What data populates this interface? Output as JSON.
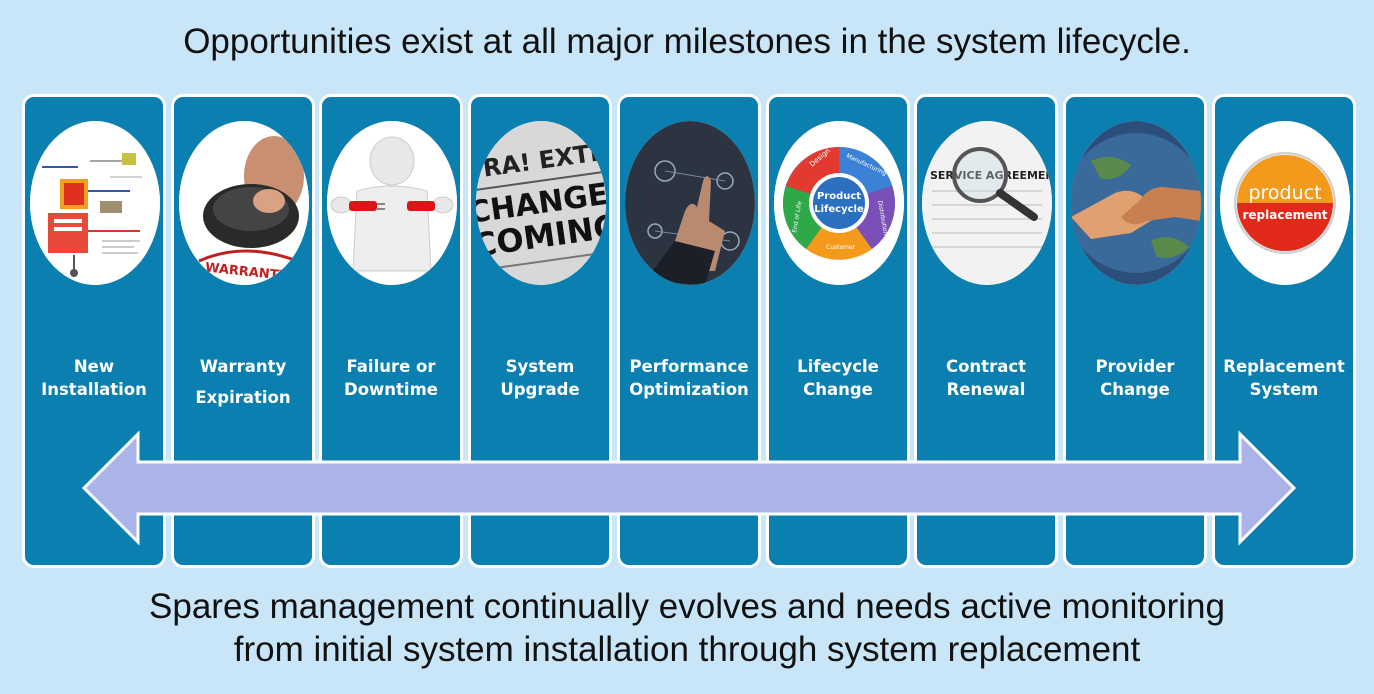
{
  "title": "Opportunities exist at all major milestones in the system lifecycle.",
  "footer": {
    "line1": "Spares management continually evolves and needs active monitoring",
    "line2": "from initial system installation through system replacement"
  },
  "colors": {
    "background": "#c9e6f8",
    "column": "#0a7fb0",
    "arrow_fill": "#aab4e8",
    "arrow_stroke": "#ffffff"
  },
  "milestones": [
    {
      "line1": "New",
      "line2": "Installation",
      "icon": "process-diagram-icon"
    },
    {
      "line1": "Warranty",
      "line2": "Expiration",
      "icon": "warranty-stamp-icon",
      "stamp_text": "WARRANTY"
    },
    {
      "line1": "Failure or",
      "line2": "Downtime",
      "icon": "unplugged-cable-icon"
    },
    {
      "line1": "System",
      "line2": "Upgrade",
      "icon": "newspaper-icon",
      "paper_text1": "TRA! EXTRA!",
      "paper_text2": "CHANGES",
      "paper_text3": "COMING"
    },
    {
      "line1": "Performance",
      "line2": "Optimization",
      "icon": "touch-interface-icon"
    },
    {
      "line1": "Lifecycle",
      "line2": "Change",
      "icon": "lifecycle-wheel-icon",
      "wheel_center1": "Product",
      "wheel_center2": "Lifecycle",
      "wheel_segments": [
        "Design",
        "Manufacturing",
        "Distribution",
        "Customer",
        "End of Life"
      ]
    },
    {
      "line1": "Contract",
      "line2": "Renewal",
      "icon": "magnifier-document-icon",
      "doc_text": "SERVICE AGREEMENT"
    },
    {
      "line1": "Provider",
      "line2": "Change",
      "icon": "handshake-icon"
    },
    {
      "line1": "Replacement",
      "line2": "System",
      "icon": "product-replacement-badge-icon",
      "badge_text1": "product",
      "badge_text2": "replacement"
    }
  ]
}
